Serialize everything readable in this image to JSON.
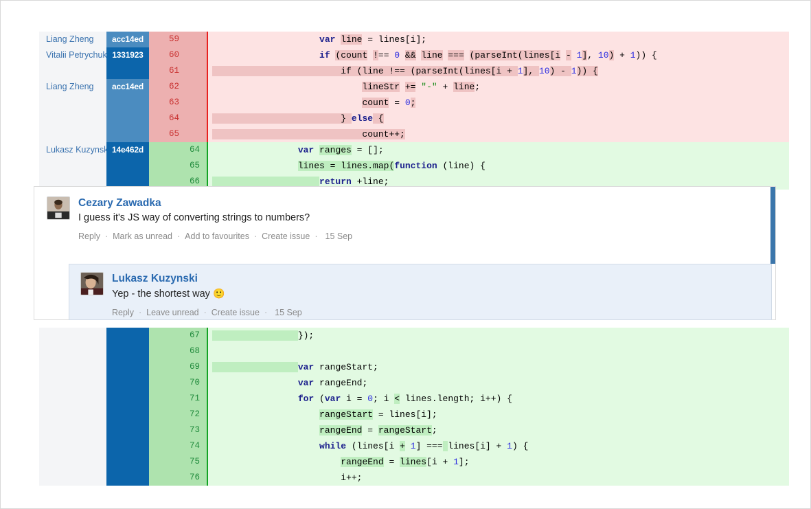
{
  "diff_top": {
    "rows": [
      {
        "author": "Liang Zheng",
        "hash": "acc14ed",
        "hash_style": "light",
        "lineno": "59",
        "kind": "del",
        "code": "                    <k>var</k> <d>line</d> = lines[i];"
      },
      {
        "author": "Vitalii Petrychuk",
        "hash": "1331923",
        "hash_style": "dark",
        "lineno": "60",
        "kind": "del",
        "code": "                    <k>if</k> <d>(count</d> <d>!</d>== <n>0</n> <d>&amp;&amp;</d> <d>line</d> <d>===</d> <d>(parseInt(lines[i</d> <d>-</d> <n>1</n><d>]</d>, <n>10</n><d>)</d> + <n>1</n>)) {"
      },
      {
        "author": "",
        "hash": "",
        "hash_style": "dark-cont",
        "lineno": "61",
        "kind": "del",
        "code": "<d>                        if (line !== (parseInt(lines[i + </d><n>1</n><d>], </d><n>10</n><d>) </d><d>-</d><d> </d><n>1</n><d>)) {</d>"
      },
      {
        "author": "Liang Zheng",
        "hash": "acc14ed",
        "hash_style": "light",
        "lineno": "62",
        "kind": "del",
        "code": "                            <d>lineStr</d> <d>+=</d> <s>\"-\"</s> + <d>line</d>;"
      },
      {
        "author": "",
        "hash": "",
        "hash_style": "light-cont",
        "lineno": "63",
        "kind": "del",
        "code": "                            <d>count</d> = <n>0</n><d>;</d>"
      },
      {
        "author": "",
        "hash": "",
        "hash_style": "light-cont",
        "lineno": "64",
        "kind": "del",
        "code": "<d>                        } </d><k>else</k><d> {</d>"
      },
      {
        "author": "",
        "hash": "",
        "hash_style": "light-cont",
        "lineno": "65",
        "kind": "del",
        "code": "<d>                            count++;</d>"
      },
      {
        "author": "Lukasz Kuzynski",
        "hash": "14e462d",
        "hash_style": "dark",
        "lineno": "64",
        "kind": "add",
        "code": "                <k>var</k> <a>ranges</a> = [];"
      },
      {
        "author": "",
        "hash": "",
        "hash_style": "dark-cont",
        "lineno": "65",
        "kind": "add",
        "code": "                <a>lines = lines.map(</a><k>function</k> (line) {"
      },
      {
        "author": "",
        "hash": "",
        "hash_style": "dark-cont",
        "lineno": "66",
        "kind": "add",
        "code": "<a>                    </a><k>return</k> +line;"
      }
    ]
  },
  "comments": [
    {
      "author": "Cezary Zawadka",
      "text": "I guess it's JS way of converting strings to numbers?",
      "actions": [
        "Reply",
        "Mark as unread",
        "Add to favourites",
        "Create issue"
      ],
      "date": "15 Sep",
      "unread": true
    },
    {
      "author": "Lukasz Kuzynski",
      "text": "Yep - the shortest way ",
      "emoji": "🙂",
      "actions": [
        "Reply",
        "Leave unread",
        "Create issue"
      ],
      "date": "15 Sep",
      "unread": false
    }
  ],
  "diff_bottom": {
    "rows": [
      {
        "author": "",
        "hash": "",
        "hash_style": "dark-cont",
        "lineno": "67",
        "kind": "add",
        "code": "<a>                </a>});"
      },
      {
        "author": "",
        "hash": "",
        "hash_style": "dark-cont",
        "lineno": "68",
        "kind": "add",
        "code": ""
      },
      {
        "author": "",
        "hash": "",
        "hash_style": "dark-cont",
        "lineno": "69",
        "kind": "add",
        "code": "<a>                </a><k>var</k> rangeStart;"
      },
      {
        "author": "",
        "hash": "",
        "hash_style": "dark-cont",
        "lineno": "70",
        "kind": "add",
        "code": "                <k>var</k> rangeEnd;"
      },
      {
        "author": "",
        "hash": "",
        "hash_style": "dark-cont",
        "lineno": "71",
        "kind": "add",
        "code": "                <k>for</k> (<k>var</k> i = <n>0</n>; i <a>&lt;</a> lines.length; i++) {"
      },
      {
        "author": "",
        "hash": "",
        "hash_style": "dark-cont",
        "lineno": "72",
        "kind": "add",
        "code": "                    <a>rangeStart</a> = lines[i];"
      },
      {
        "author": "",
        "hash": "",
        "hash_style": "dark-cont",
        "lineno": "73",
        "kind": "add",
        "code": "                    <a>rangeEnd</a> = <a>rangeStart</a>;"
      },
      {
        "author": "",
        "hash": "",
        "hash_style": "dark-cont",
        "lineno": "74",
        "kind": "add",
        "code": "                    <k>while</k> (lines[i <a>+</a> <n>1</n>] ===<a> </a>lines[i] + <n>1</n>) {"
      },
      {
        "author": "",
        "hash": "",
        "hash_style": "dark-cont",
        "lineno": "75",
        "kind": "add",
        "code": "                        <a>rangeEnd</a> = <a>lines</a>[i + <n>1</n>];"
      },
      {
        "author": "",
        "hash": "",
        "hash_style": "dark-cont",
        "lineno": "76",
        "kind": "add",
        "code": "                        i++;"
      }
    ]
  },
  "colors": {
    "del_bg": "#fde3e3",
    "add_bg": "#e2fae2",
    "del_gutter": "#edb0b0",
    "add_gutter": "#aee3ae",
    "hash_light": "#4b8cc0",
    "hash_dark": "#0c65ab",
    "unread_bar": "#3b76ab",
    "reply_bg": "#e9f0f9",
    "link": "#2a6ab0"
  }
}
